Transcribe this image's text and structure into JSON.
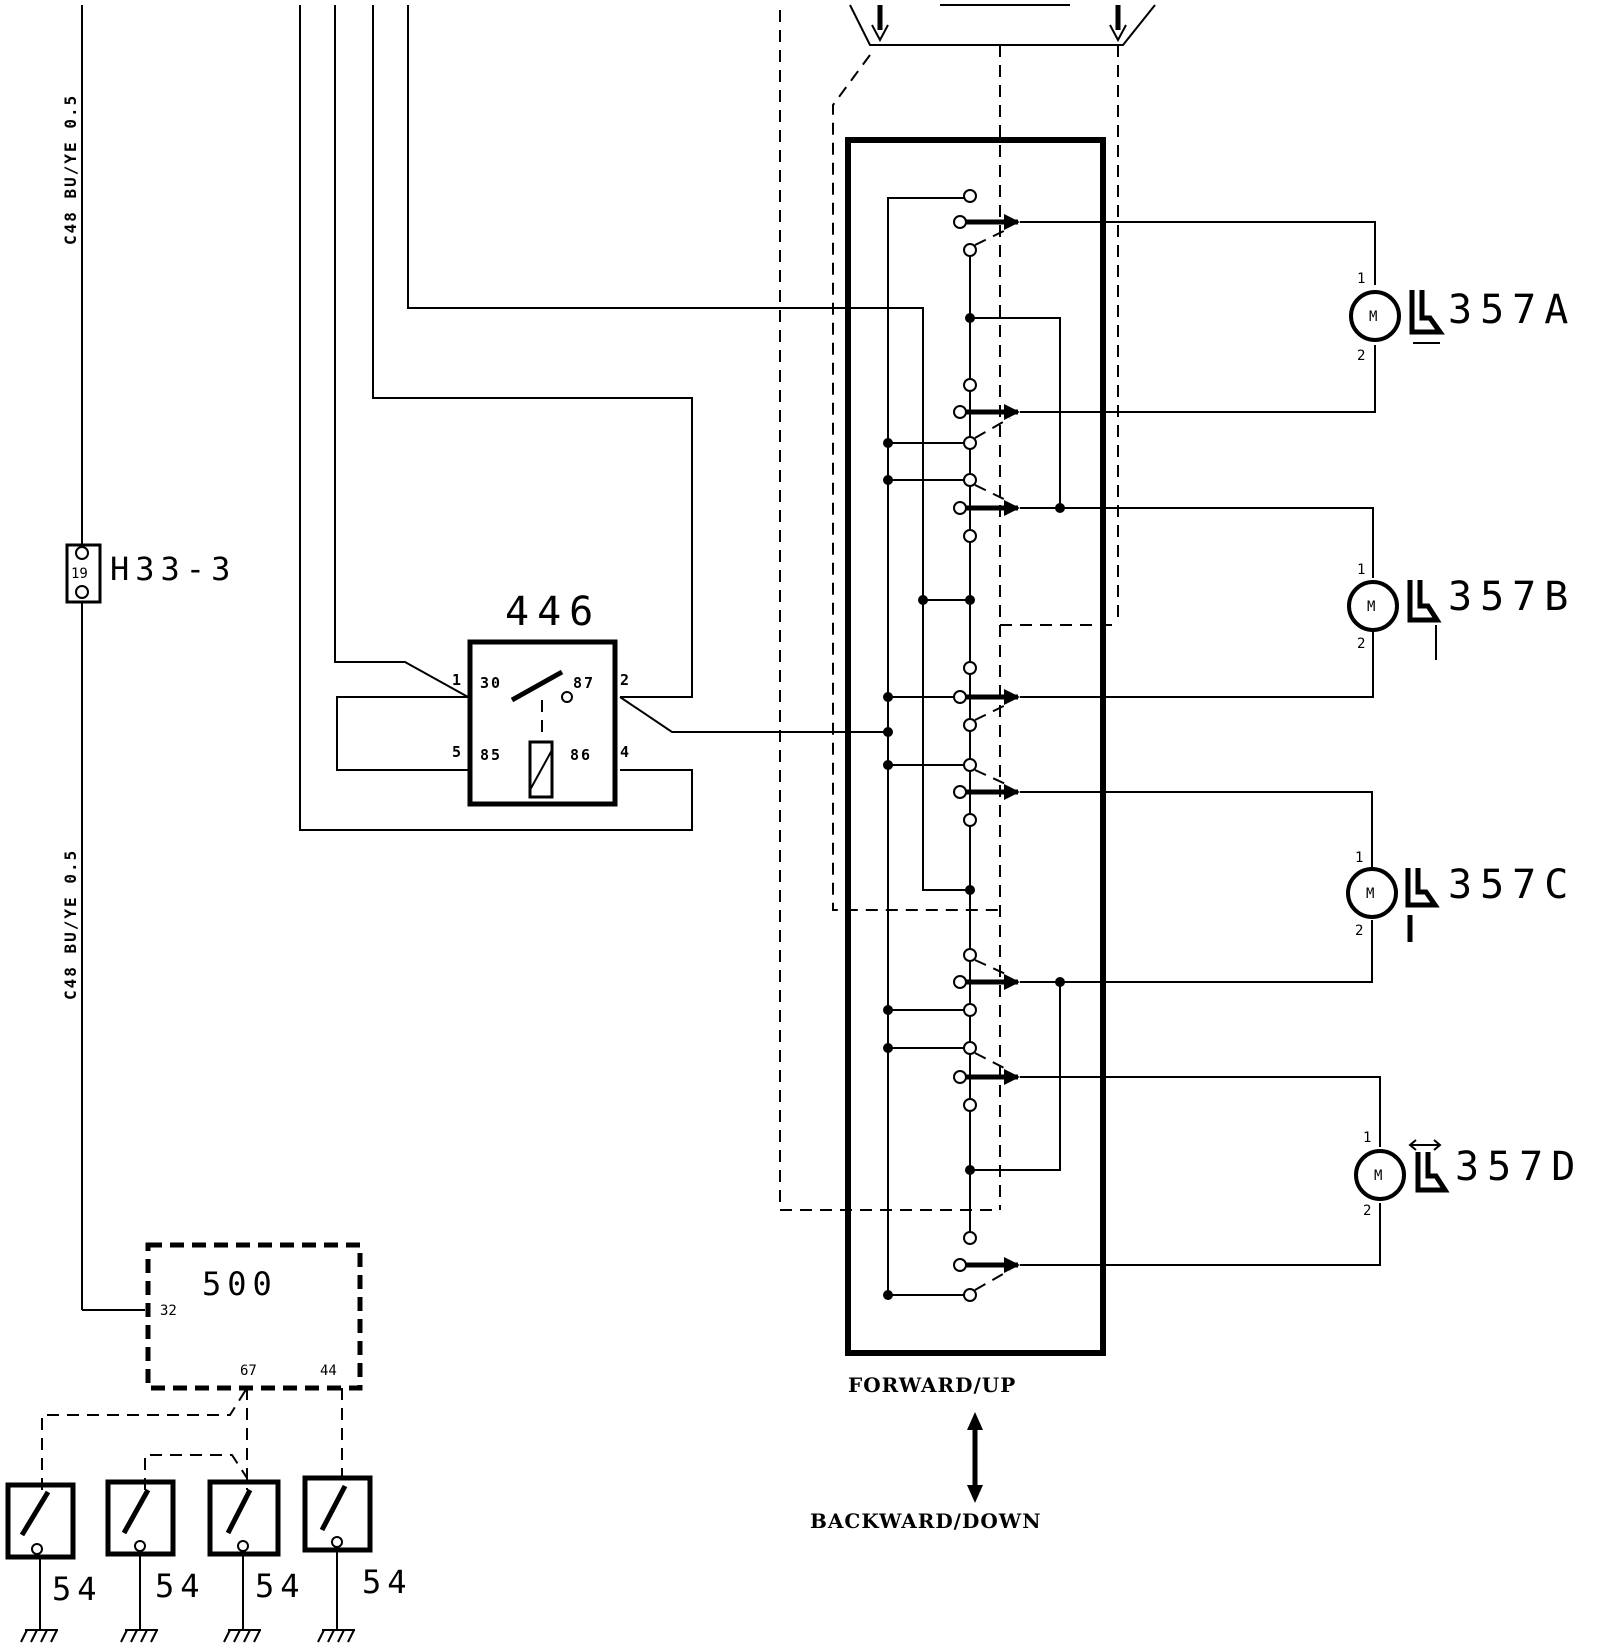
{
  "wire_label_top": "C48 BU/YE 0.5",
  "wire_label_bottom": "C48 BU/YE 0.5",
  "connector": {
    "id": "H33-3",
    "pin": "19"
  },
  "relay": {
    "id": "446",
    "pin_left_top": "1",
    "pin_left_bottom": "5",
    "pin_right_top": "2",
    "pin_right_bottom": "4",
    "term_30": "30",
    "term_87": "87",
    "term_85": "85",
    "term_86": "86"
  },
  "module": {
    "id": "500",
    "pin_a": "32",
    "pin_b": "67",
    "pin_c": "44"
  },
  "switches": [
    "54",
    "54",
    "54",
    "54"
  ],
  "motors": [
    {
      "id": "357A",
      "symbol": "M",
      "pin1": "1",
      "pin2": "2"
    },
    {
      "id": "357B",
      "symbol": "M",
      "pin1": "1",
      "pin2": "2"
    },
    {
      "id": "357C",
      "symbol": "M",
      "pin1": "1",
      "pin2": "2"
    },
    {
      "id": "357D",
      "symbol": "M",
      "pin1": "1",
      "pin2": "2"
    }
  ],
  "direction": {
    "forward": "FORWARD/UP",
    "backward": "BACKWARD/DOWN"
  }
}
